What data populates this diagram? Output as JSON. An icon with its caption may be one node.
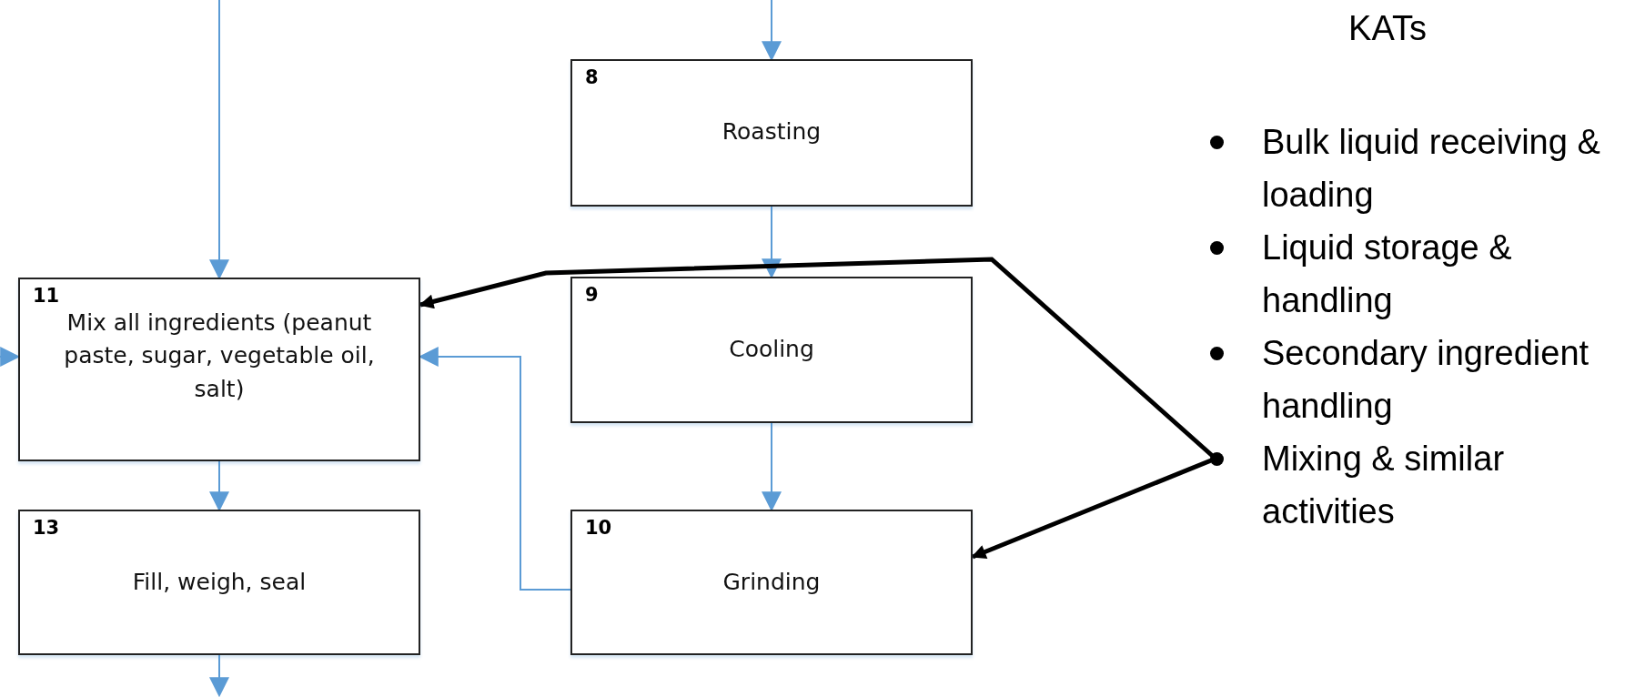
{
  "diagram": {
    "nodes": [
      {
        "text": [
          "8",
          "Roasting"
        ]
      },
      {
        "text": [
          "9",
          "Cooling"
        ]
      },
      {
        "text": [
          "10",
          "Grinding"
        ]
      },
      {
        "text": [
          "11",
          "Mix all ingredients (peanut paste, sugar, vegetable oil, salt)"
        ]
      },
      {
        "text": [
          "13",
          "Fill, weigh, seal"
        ]
      },
      {
        "text": [
          "Mixing & similar activities"
        ]
      }
    ],
    "edges": [
      {
        "from": null,
        "to": 0,
        "arrow": "to"
      },
      {
        "from": 0,
        "to": 1,
        "arrow": "to"
      },
      {
        "from": 1,
        "to": 2,
        "arrow": "to"
      },
      {
        "from": null,
        "to": 3,
        "arrow": "to"
      },
      {
        "from": null,
        "to": 3,
        "arrow": "to"
      },
      {
        "from": 2,
        "to": 3,
        "arrow": "to"
      },
      {
        "from": 3,
        "to": 4,
        "arrow": "to"
      },
      {
        "from": 4,
        "to": null,
        "arrow": "to"
      },
      {
        "from": 5,
        "to": 3,
        "arrow": "to",
        "style": "thick",
        "color": "#000000"
      },
      {
        "from": 5,
        "to": 2,
        "arrow": "to",
        "style": "thick",
        "color": "#000000"
      }
    ],
    "labels": [
      "KATs",
      "Bulk liquid receiving & loading",
      "Liquid storage & handling",
      "Secondary ingredient handling"
    ]
  }
}
